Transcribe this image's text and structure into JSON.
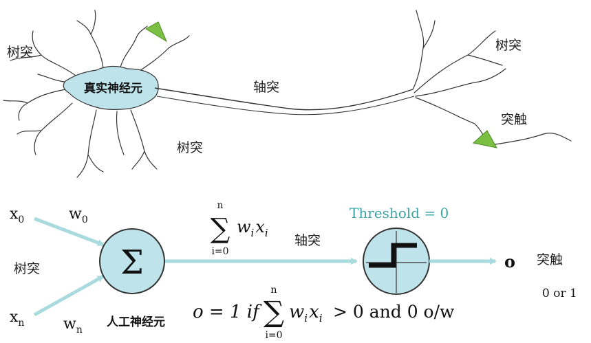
{
  "biological": {
    "dendrite_label_left": "树突",
    "dendrite_label_bottom": "树突",
    "dendrite_label_right": "树突",
    "cell_body_label": "真实神经元",
    "axon_label": "轴突",
    "synapse_label": "突触"
  },
  "artificial": {
    "inputs": [
      {
        "x_base": "x",
        "x_sub": "0",
        "w_base": "w",
        "w_sub": "0"
      },
      {
        "x_base": "x",
        "x_sub": "n",
        "w_base": "w",
        "w_sub": "n"
      }
    ],
    "dendrite_label": "树突",
    "sum_symbol": "Σ",
    "neuron_label": "人工神经元",
    "axon_label": "轴突",
    "threshold_label": "Threshold = 0",
    "output_symbol": "o",
    "synapse_label": "突触",
    "output_values": "0 or 1",
    "sum_formula": {
      "upper": "n",
      "sigma": "∑",
      "w": "w",
      "w_sub": "i",
      "x": "x",
      "x_sub": "i",
      "lower": "i=0"
    },
    "output_formula": {
      "prefix": "o = 1 if",
      "upper": "n",
      "sigma": "∑",
      "w": "w",
      "w_sub": "i",
      "x": "x",
      "x_sub": "i",
      "lower": "i=0",
      "suffix": "> 0 and 0 o/w"
    }
  },
  "colors": {
    "cell_fill": "#bfe3ea",
    "arrow": "#a9dadd",
    "synapse_triangle": "#7cc043",
    "threshold_text": "#3aa6a6"
  }
}
